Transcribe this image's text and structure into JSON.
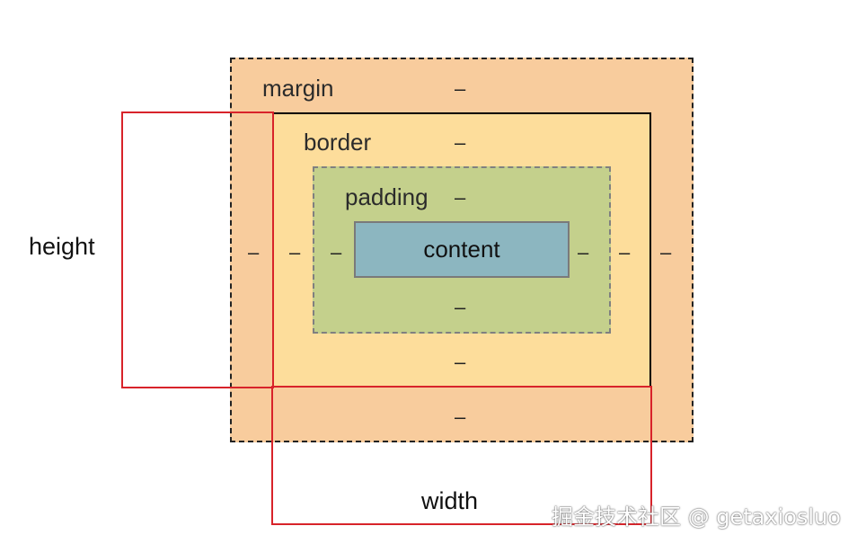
{
  "layers": {
    "margin": {
      "label": "margin",
      "value": "–",
      "color": "#f8cc9d"
    },
    "border": {
      "label": "border",
      "value": "–",
      "color": "#fddd9b"
    },
    "padding": {
      "label": "padding",
      "value": "–",
      "color": "#c4d08c"
    },
    "content": {
      "label": "content",
      "color": "#8cb6c0"
    }
  },
  "dimensions": {
    "height_label": "height",
    "width_label": "width",
    "indicator_color": "#d8232a"
  },
  "dash": "–",
  "watermark": "掘金技术社区 @ getaxiosluo"
}
